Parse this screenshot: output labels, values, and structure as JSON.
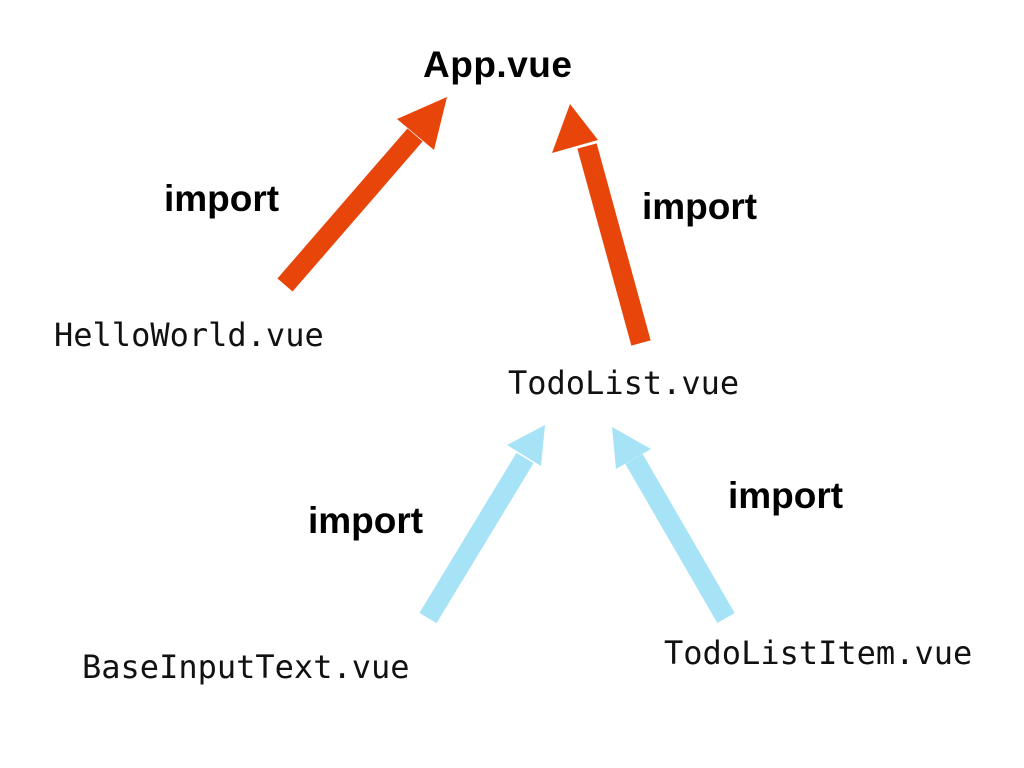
{
  "colors": {
    "primary_arrow": "#E8450A",
    "secondary_arrow": "#A6E3F7"
  },
  "nodes": {
    "app": "App.vue",
    "hello_world": "HelloWorld.vue",
    "todo_list": "TodoList.vue",
    "base_input_text": "BaseInputText.vue",
    "todo_list_item": "TodoListItem.vue"
  },
  "edges": [
    {
      "from": "HelloWorld.vue",
      "to": "App.vue",
      "label": "import",
      "color": "#E8450A"
    },
    {
      "from": "TodoList.vue",
      "to": "App.vue",
      "label": "import",
      "color": "#E8450A"
    },
    {
      "from": "BaseInputText.vue",
      "to": "TodoList.vue",
      "label": "import",
      "color": "#A6E3F7"
    },
    {
      "from": "TodoListItem.vue",
      "to": "TodoList.vue",
      "label": "import",
      "color": "#A6E3F7"
    }
  ]
}
